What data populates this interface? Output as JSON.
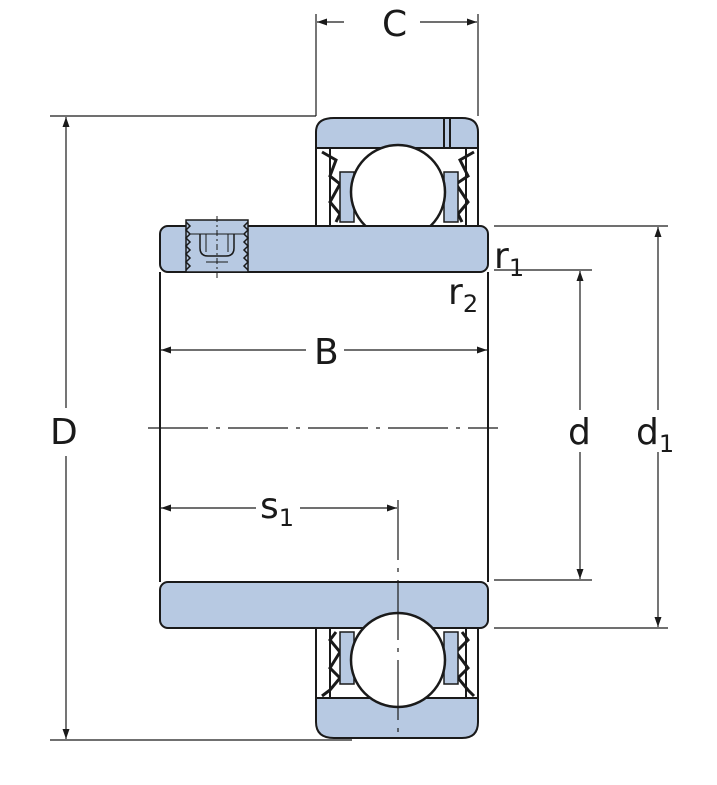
{
  "colors": {
    "part_fill": "#b7c9e2",
    "line": "#1a1a1a",
    "background": "#ffffff"
  },
  "labels": {
    "C": "C",
    "D": "D",
    "B": "B",
    "d": "d",
    "d1_main": "d",
    "d1_sub": "1",
    "r1_main": "r",
    "r1_sub": "1",
    "r2_main": "r",
    "r2_sub": "2",
    "s1_main": "s",
    "s1_sub": "1"
  }
}
